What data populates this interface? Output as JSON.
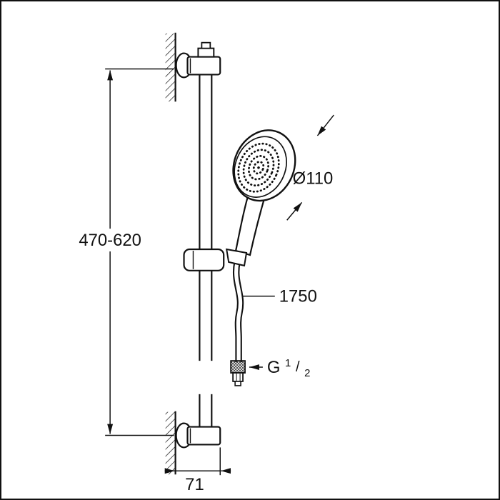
{
  "diagram": {
    "background": "#ffffff",
    "line_color": "#111111",
    "labels": {
      "height_range": "470-620",
      "head_diameter": "Ø110",
      "hose_length": "1750",
      "thread": {
        "prefix": "G",
        "sup": "1",
        "slash": "/",
        "sub": "2"
      },
      "wall_offset": "71"
    }
  }
}
